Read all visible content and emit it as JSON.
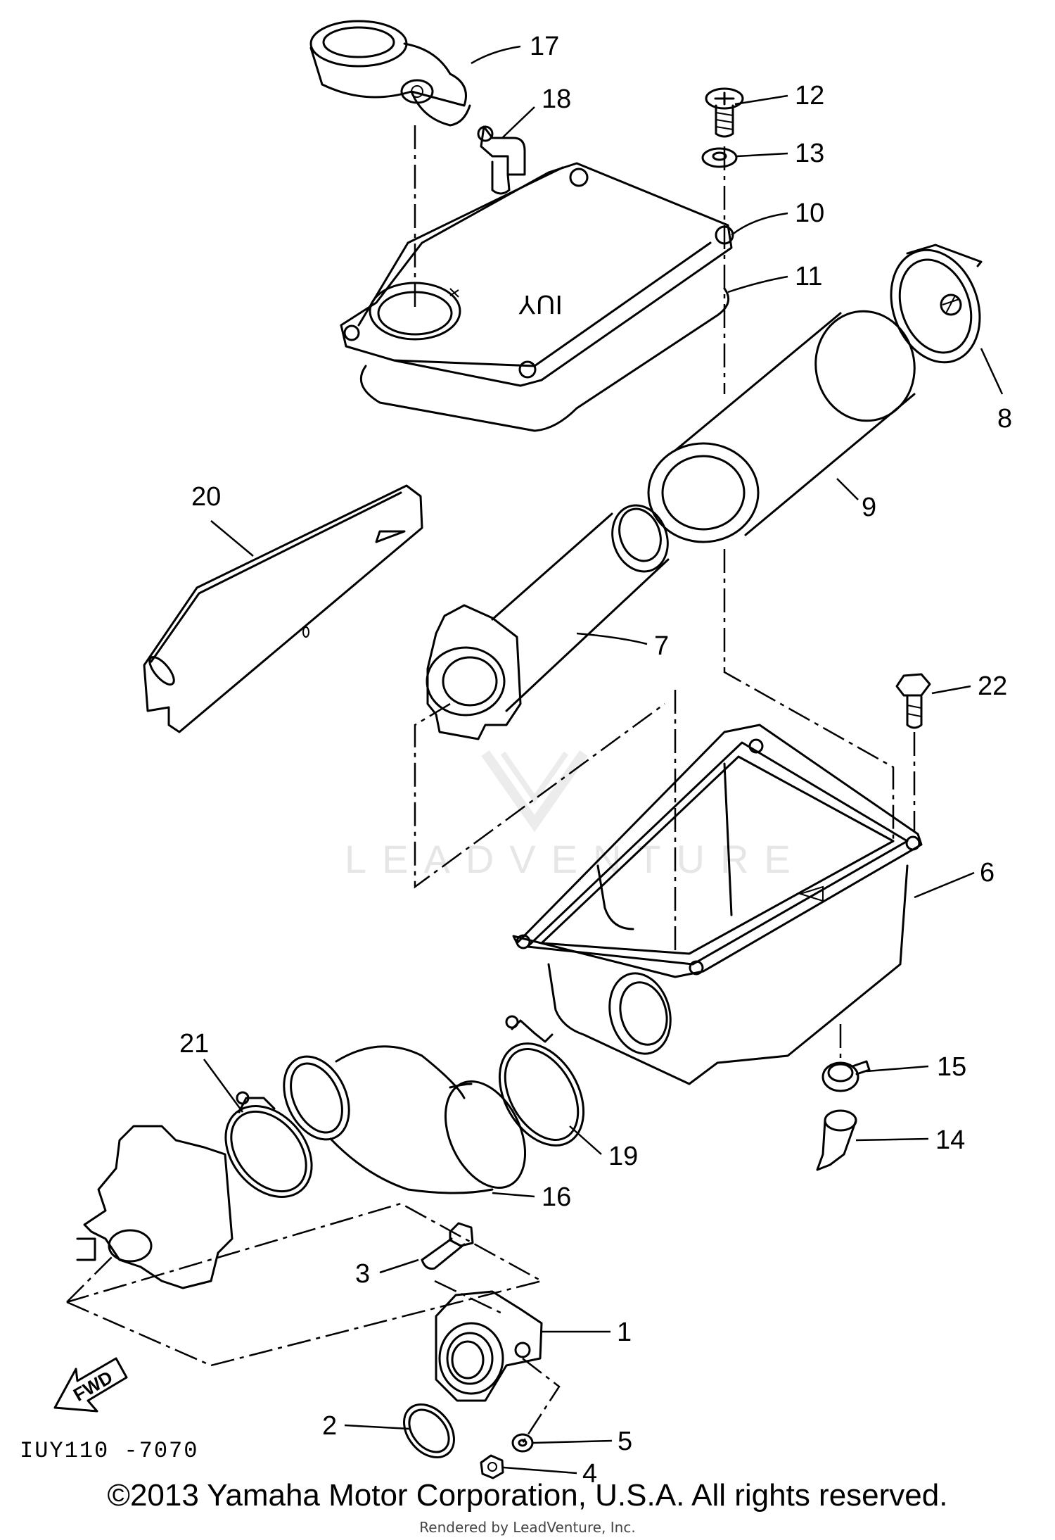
{
  "diagram": {
    "drawing_code": "IUY110 -7070",
    "copyright": "©2013 Yamaha Motor Corporation, U.S.A. All rights reserved.",
    "rendered_by": "Rendered by LeadVenture, Inc.",
    "watermark": "LEADVENTURE",
    "fwd_label": "FWD",
    "lid_marking": "IUY",
    "callouts": [
      "1",
      "2",
      "3",
      "4",
      "5",
      "6",
      "7",
      "8",
      "9",
      "10",
      "11",
      "12",
      "13",
      "14",
      "15",
      "16",
      "17",
      "18",
      "19",
      "20",
      "21",
      "22"
    ]
  }
}
